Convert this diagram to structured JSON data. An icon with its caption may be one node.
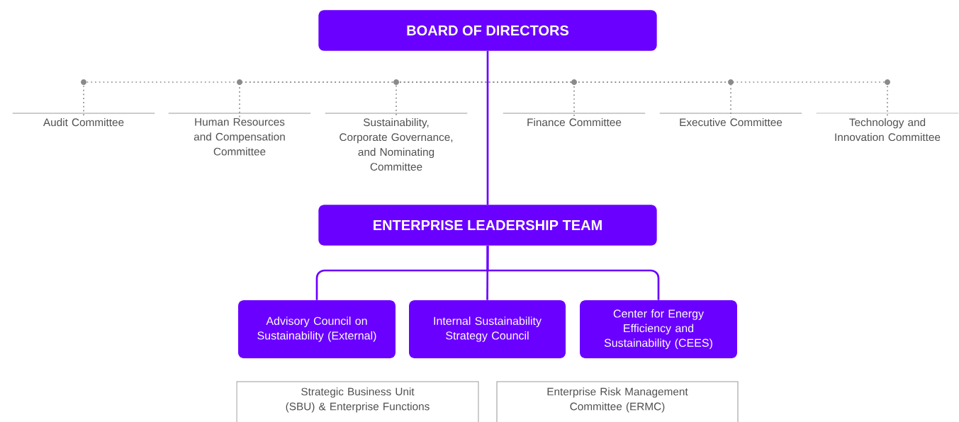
{
  "diagram": {
    "nodes": [
      {
        "text": [
          "BOARD OF DIRECTORS"
        ]
      },
      {
        "text": [
          "Audit Committee"
        ]
      },
      {
        "text": [
          "Human Resources and Compensation Committee"
        ]
      },
      {
        "text": [
          "Sustainability, Corporate Governance, and Nominating Committee"
        ]
      },
      {
        "text": [
          "Finance Committee"
        ]
      },
      {
        "text": [
          "Executive Committee"
        ]
      },
      {
        "text": [
          "Technology and Innovation Committee"
        ]
      },
      {
        "text": [
          "ENTERPRISE LEADERSHIP TEAM"
        ]
      },
      {
        "text": [
          "Advisory Council on Sustainability (External)"
        ]
      },
      {
        "text": [
          "Internal Sustainability Strategy Council"
        ]
      },
      {
        "text": [
          "Center for Energy Efficiency and Sustainability (CEES)"
        ]
      },
      {
        "text": [
          "Strategic Business Unit (SBU) & Enterprise Functions"
        ]
      },
      {
        "text": [
          "Enterprise Risk Management Committee (ERMC)"
        ]
      }
    ],
    "edges": [
      {
        "from": 0,
        "to": 1,
        "arrow": "none",
        "style": "dashed"
      },
      {
        "from": 0,
        "to": 2,
        "arrow": "none",
        "style": "dashed"
      },
      {
        "from": 0,
        "to": 3,
        "arrow": "none",
        "style": "dashed"
      },
      {
        "from": 0,
        "to": 4,
        "arrow": "none",
        "style": "dashed"
      },
      {
        "from": 0,
        "to": 5,
        "arrow": "none",
        "style": "dashed"
      },
      {
        "from": 0,
        "to": 6,
        "arrow": "none",
        "style": "dashed"
      },
      {
        "from": 0,
        "to": 7,
        "arrow": "none",
        "color": "#6a00ff"
      },
      {
        "from": 7,
        "to": 8,
        "arrow": "none",
        "color": "#6a00ff"
      },
      {
        "from": 7,
        "to": 9,
        "arrow": "none",
        "color": "#6a00ff"
      },
      {
        "from": 7,
        "to": 10,
        "arrow": "none",
        "color": "#6a00ff"
      }
    ]
  }
}
